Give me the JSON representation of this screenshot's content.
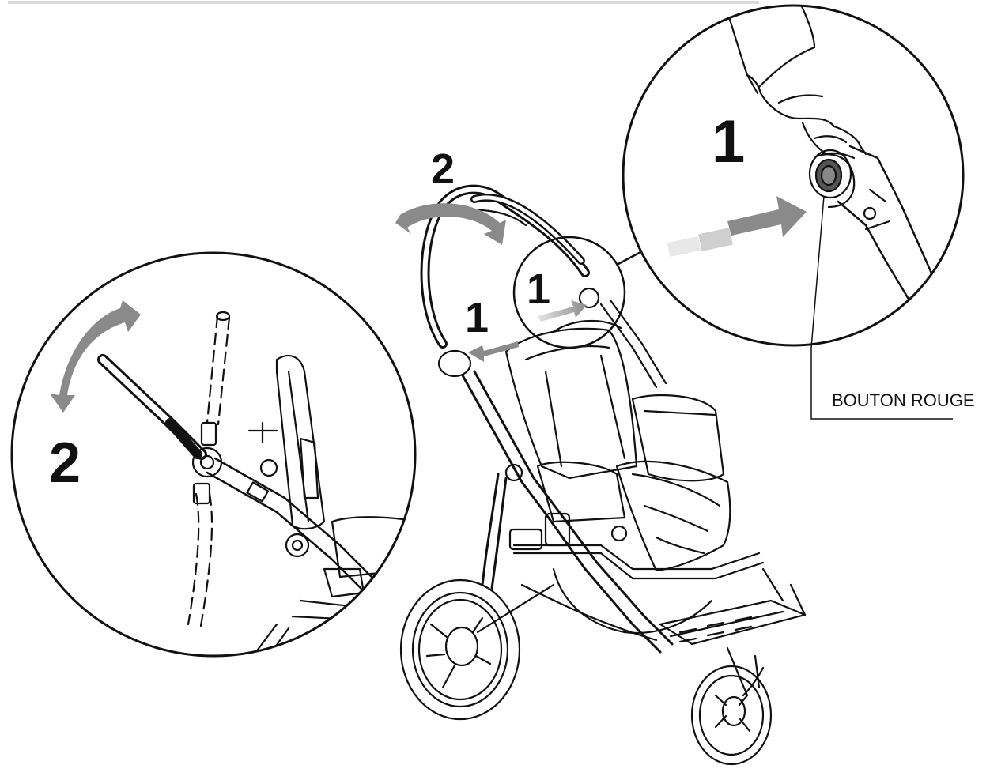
{
  "labels": {
    "step1": "1",
    "step2": "2",
    "callout": "BOUTON ROUGE"
  },
  "colors": {
    "ink": "#111111",
    "arrow": "#8a8a8a",
    "arrow_light": "#bdbdbd",
    "background": "#ffffff"
  }
}
